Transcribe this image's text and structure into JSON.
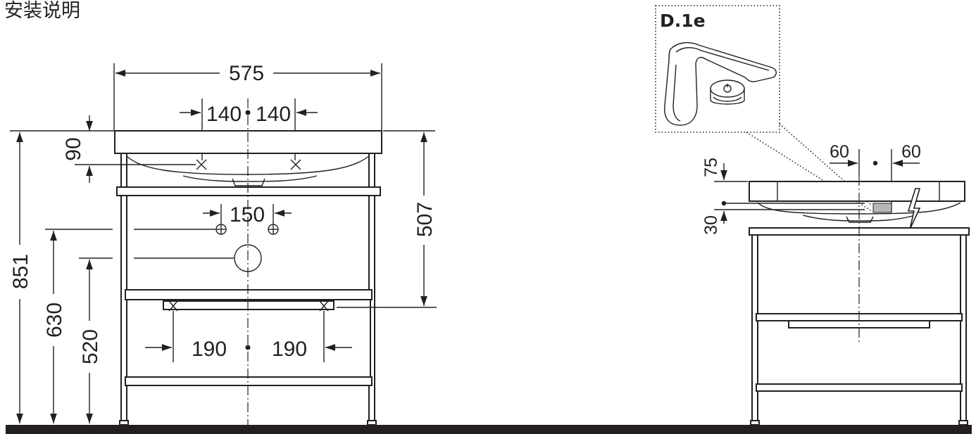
{
  "title": "安装说明",
  "front_view": {
    "dims": {
      "overall_width": "575",
      "tap_offset_left": "140",
      "tap_offset_right": "140",
      "tap_depth": "90",
      "fixing_spacing": "150",
      "waste_height": "507",
      "total_height": "851",
      "fixing_height": "630",
      "waste_outlet_height": "520",
      "rail_offset_left": "190",
      "rail_offset_right": "190"
    }
  },
  "side_view": {
    "detail_label": "D.1e",
    "dims": {
      "offset_left": "60",
      "offset_right": "60",
      "top_depth": "75",
      "bottom_depth": "30"
    }
  }
}
